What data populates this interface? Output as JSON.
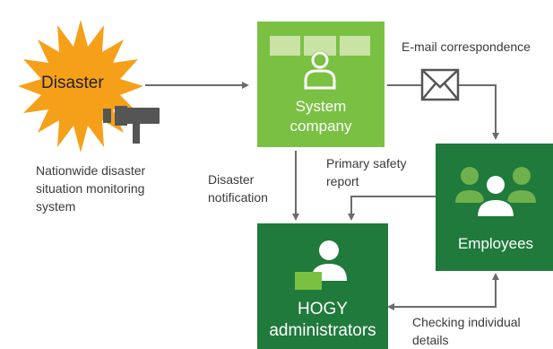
{
  "disaster": {
    "label": "Disaster"
  },
  "monitoring": {
    "caption_lines": [
      "Nationwide disaster",
      "situation monitoring",
      "system"
    ]
  },
  "system_company": {
    "label_lines": [
      "System",
      "company"
    ]
  },
  "email": {
    "label": "E-mail correspondence"
  },
  "notification": {
    "label_lines": [
      "Disaster",
      "notification"
    ]
  },
  "safety_report": {
    "label_lines": [
      "Primary safety",
      "report"
    ]
  },
  "employees": {
    "label": "Employees"
  },
  "hogy": {
    "label_lines": [
      "HOGY",
      "administrators"
    ]
  },
  "checking": {
    "label_lines": [
      "Checking individual",
      "details"
    ]
  },
  "colors": {
    "light_green": "#7ac143",
    "dark_green": "#1f7a3b",
    "sun_orange": "#f6a01a",
    "arrow_gray": "#6b6b6b"
  }
}
